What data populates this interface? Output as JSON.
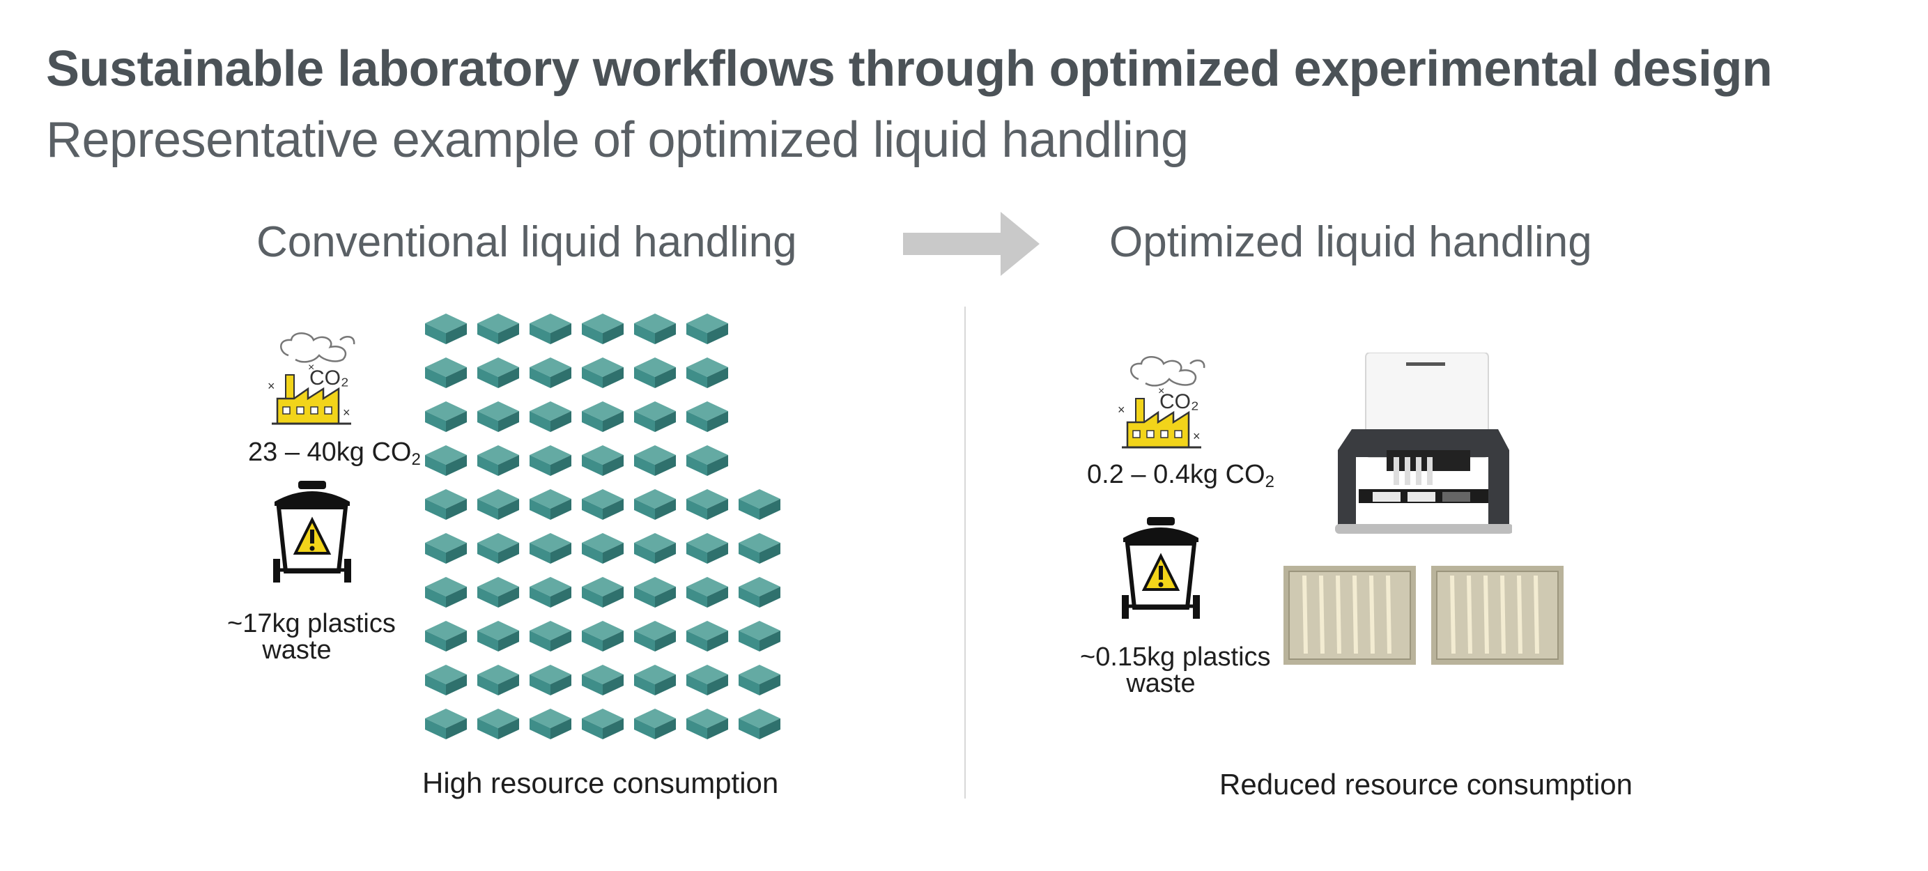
{
  "header": {
    "title": "Sustainable laboratory workflows through optimized experimental design",
    "subtitle": "Representative example of optimized liquid handling"
  },
  "conventional": {
    "heading": "Conventional liquid handling",
    "co2_value": "23 – 40kg CO",
    "co2_sub": "2",
    "waste_line1": "~17kg plastics",
    "waste_line2": "waste",
    "caption": "High resource consumption",
    "box_rows": [
      6,
      6,
      6,
      6,
      7,
      7,
      7,
      7,
      7,
      7
    ]
  },
  "optimized": {
    "heading": "Optimized liquid handling",
    "co2_value": "0.2 – 0.4kg CO",
    "co2_sub": "2",
    "waste_line1": "~0.15kg plastics",
    "waste_line2": "waste",
    "caption": "Reduced resource consumption"
  },
  "icons": {
    "factory_label": "CO₂",
    "factory_color": "#f2d41a",
    "box_color": "#3f8e89",
    "arrow_color": "#c9c9c9"
  }
}
